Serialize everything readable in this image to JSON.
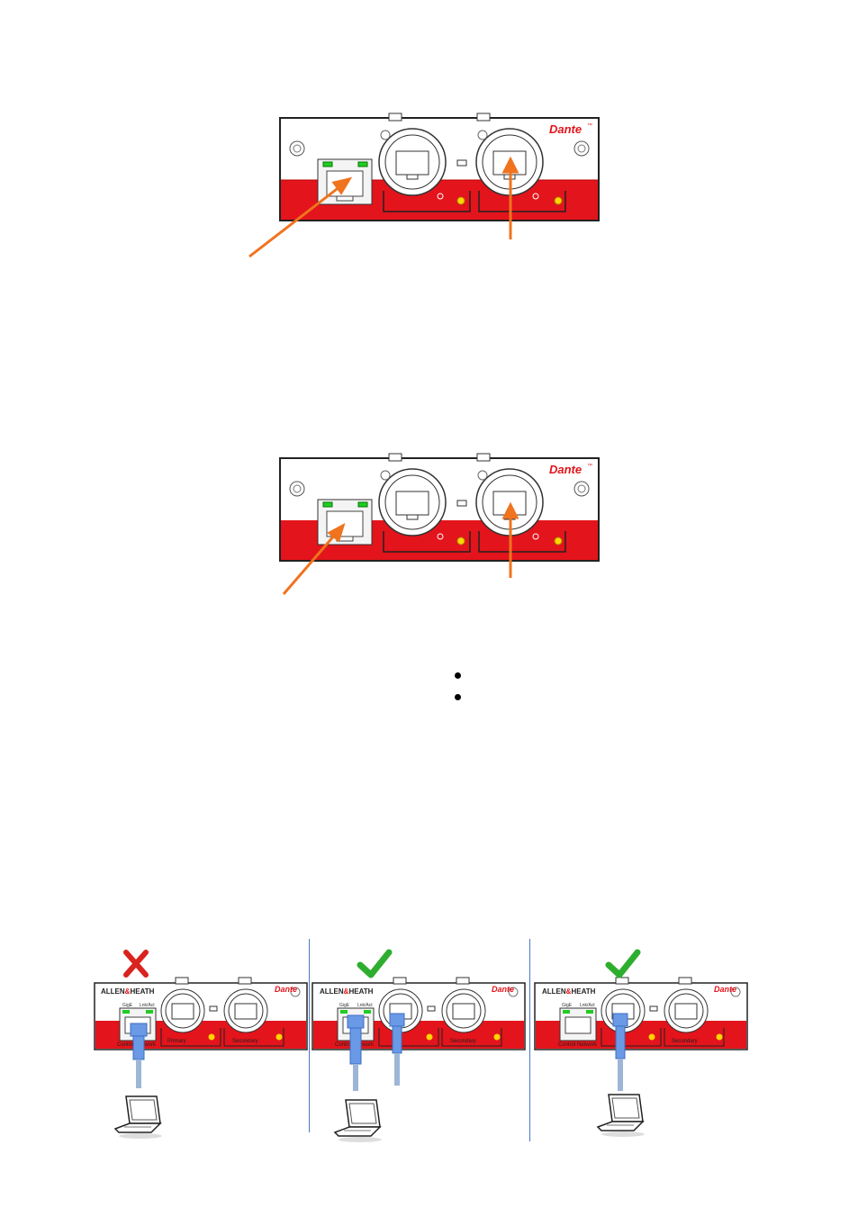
{
  "module": {
    "brand": "Dante",
    "trademark": "™"
  },
  "small_cards": {
    "maker": "ALLEN&HEATH",
    "maker_allen": "ALLEN",
    "maker_amp": "&",
    "maker_heath": "HEATH",
    "brand": "Dante",
    "gige": "GigE",
    "lnk_act": "Lnk/Act",
    "control_network": "Control Network",
    "primary": "Primary",
    "secondary": "Secondary"
  },
  "bullets": [
    "",
    ""
  ],
  "colors": {
    "red": "#e3141b",
    "orange_arrow": "#f0731e",
    "led_green": "#22cc22",
    "led_yellow": "#ffd400",
    "cable_blue": "#6a9ae6",
    "divider_blue": "#4a78c4",
    "check_green": "#2eae2e",
    "cross_red": "#d9231f"
  },
  "icons": [
    "cross-icon",
    "check-icon",
    "check-icon",
    "laptop-icon",
    "rj45-jack-icon",
    "ethercon-port-icon"
  ]
}
